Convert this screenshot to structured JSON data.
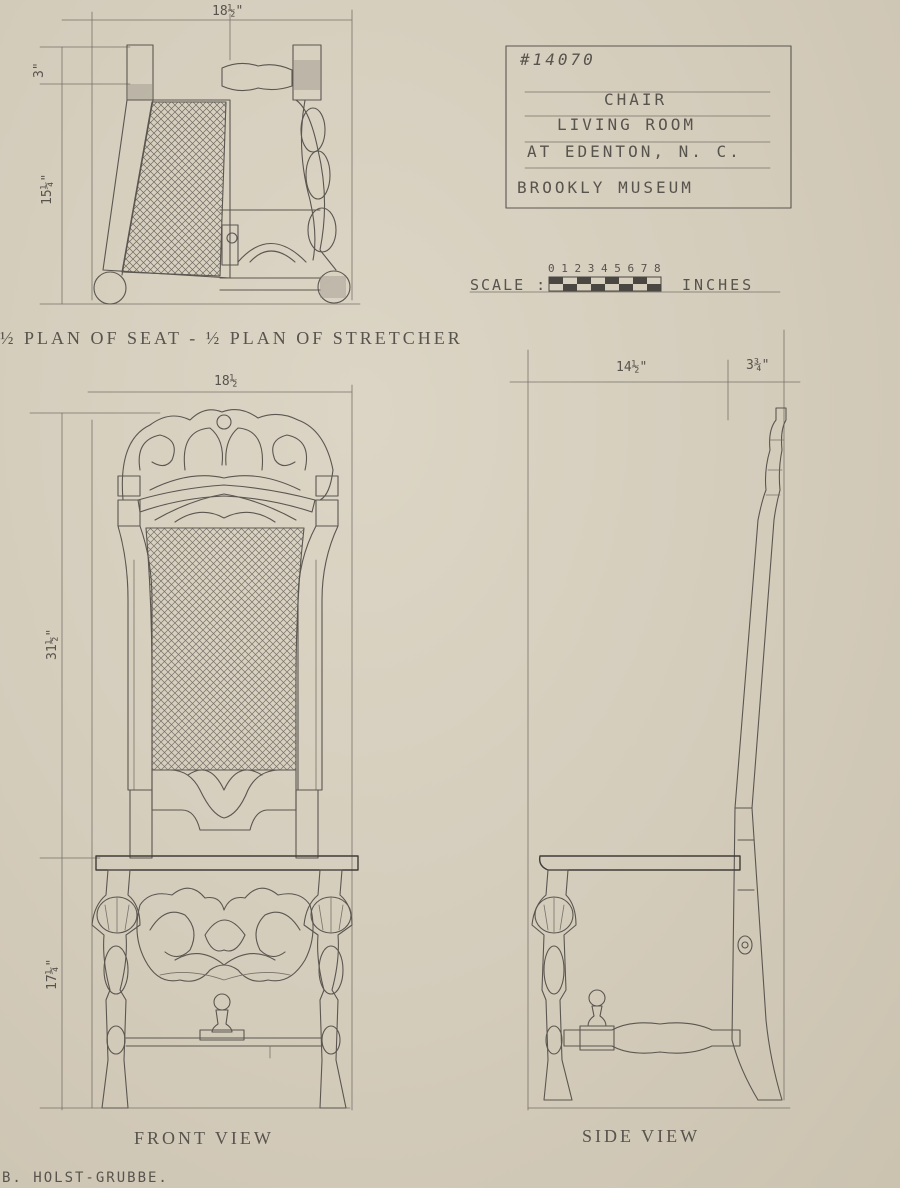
{
  "title_block": {
    "number": "#14070",
    "line1": "CHAIR",
    "line2": "LIVING ROOM",
    "line3": "AT EDENTON, N. C.",
    "line4": "BROOKLY MUSEUM"
  },
  "scale": {
    "label": "SCALE :",
    "ticks": "0 1 2 3 4 5 6 7 8",
    "unit": "INCHES"
  },
  "plan": {
    "width_dim": "18½\"",
    "top_dim": "3\"",
    "depth_dim": "15¼\"",
    "caption": "½ PLAN OF SEAT - ½ PLAN OF STRETCHER"
  },
  "front_view": {
    "width_dim": "18½",
    "back_height_dim": "31½\"",
    "seat_height_dim": "17¼\"",
    "caption": "FRONT VIEW"
  },
  "side_view": {
    "depth_dim": "14½\"",
    "rake_dim": "3¾\"",
    "caption": "SIDE VIEW"
  },
  "signature": "B. HOLST-GRUBBE.",
  "colors": {
    "paper": "#d6cebd",
    "pencil": "#5a5650"
  }
}
